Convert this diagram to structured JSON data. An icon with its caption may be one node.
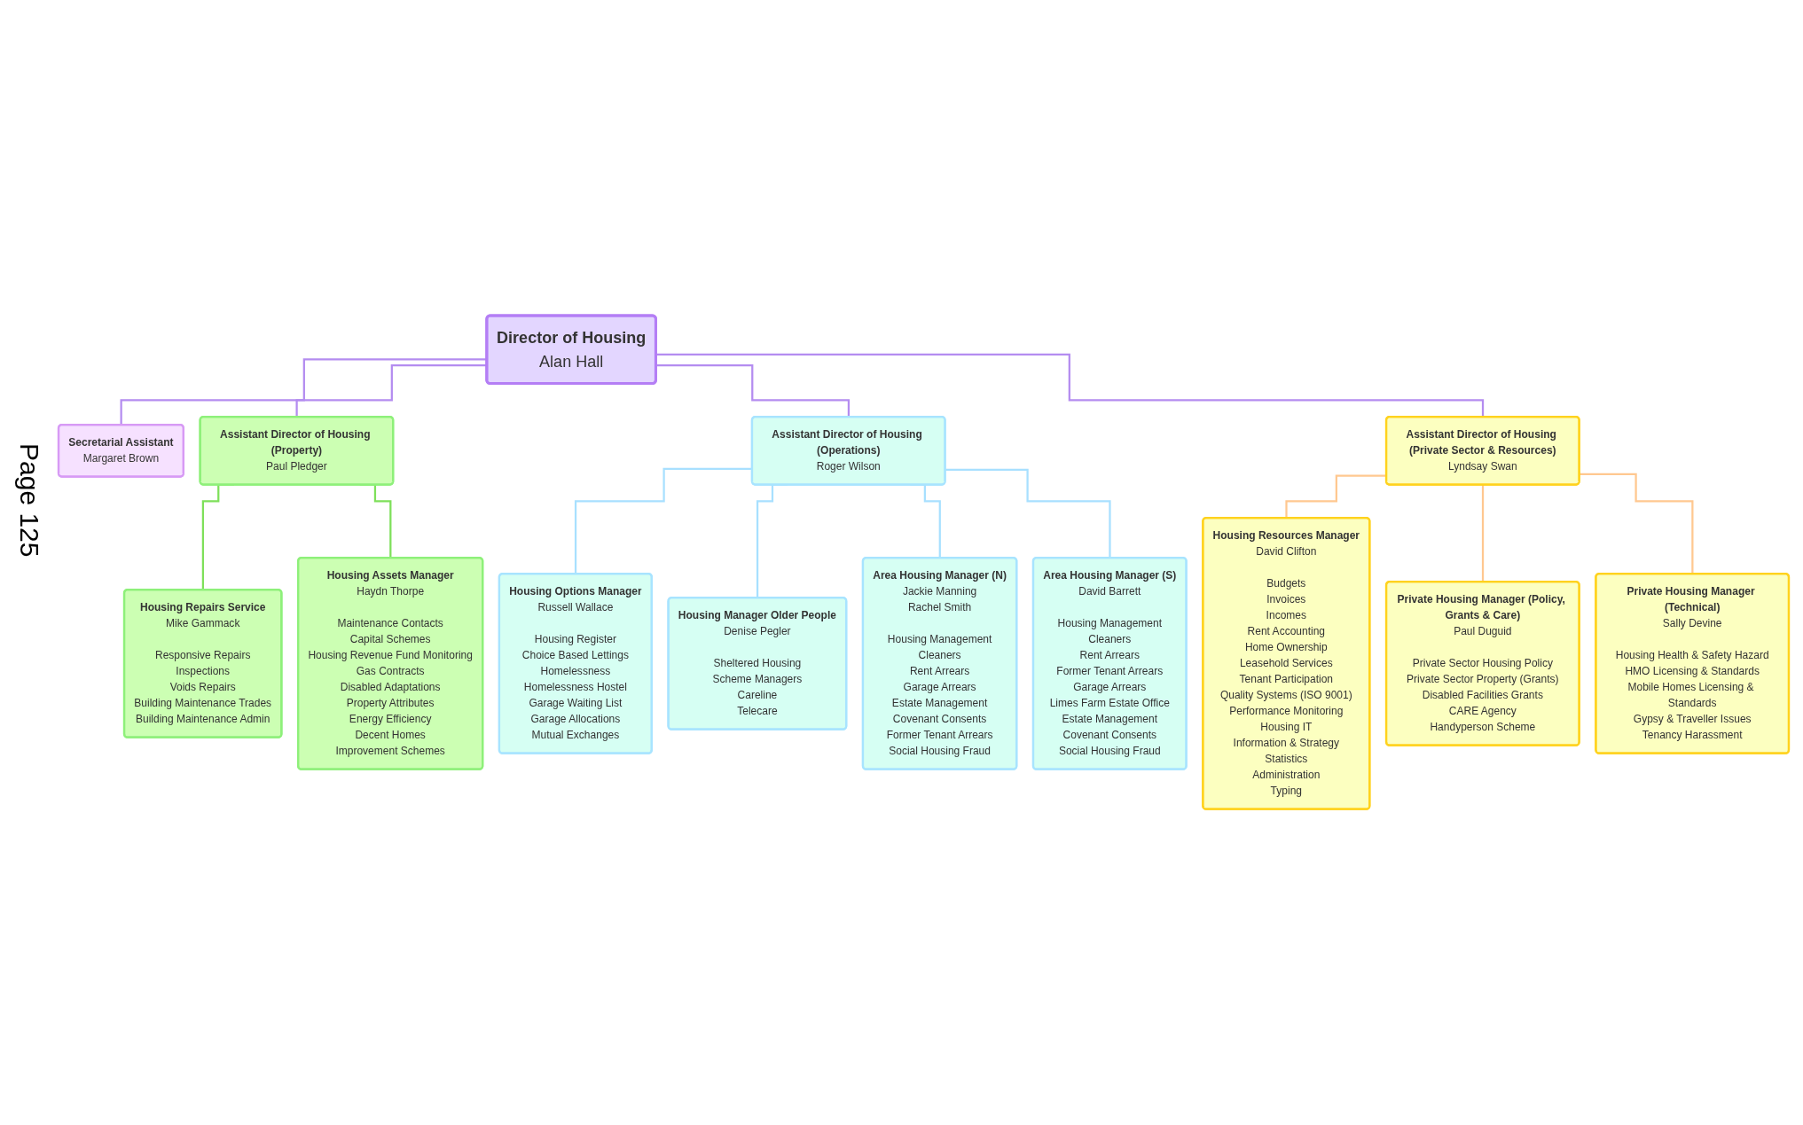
{
  "diagram": {
    "nodes": [
      {
        "text": [
          "Director of Housing",
          "Alan Hall"
        ]
      },
      {
        "text": [
          "Secretarial Assistant",
          "Margaret Brown"
        ]
      },
      {
        "text": [
          "Assistant Director of Housing (Property)",
          "Paul Pledger"
        ]
      },
      {
        "text": [
          "Assistant Director of Housing (Operations)",
          "Roger Wilson"
        ]
      },
      {
        "text": [
          "Assistant Director of Housing (Private Sector & Resources)",
          "Lyndsay Swan"
        ]
      },
      {
        "text": [
          "Housing Repairs Service",
          "Mike Gammack",
          "Responsive Repairs",
          "Inspections",
          "Voids Repairs",
          "Building Maintenance Trades",
          "Building Maintenance Admin"
        ]
      },
      {
        "text": [
          "Housing Assets Manager",
          "Haydn Thorpe",
          "Maintenance Contacts",
          "Capital Schemes",
          "Housing Revenue Fund Monitoring",
          "Gas Contracts",
          "Disabled Adaptations",
          "Property Attributes",
          "Energy Efficiency",
          "Decent Homes",
          "Improvement Schemes"
        ]
      },
      {
        "text": [
          "Housing Options Manager",
          "Russell Wallace",
          "Housing Register",
          "Choice Based Lettings",
          "Homelessness",
          "Homelessness Hostel",
          "Garage Waiting List",
          "Garage Allocations",
          "Mutual Exchanges"
        ]
      },
      {
        "text": [
          "Housing Manager Older People",
          "Denise Pegler",
          "Sheltered Housing",
          "Scheme Managers",
          "Careline",
          "Telecare"
        ]
      },
      {
        "text": [
          "Area Housing Manager (N)",
          "Jackie Manning",
          "Rachel Smith",
          "Housing Management",
          "Cleaners",
          "Rent Arrears",
          "Garage Arrears",
          "Estate Management",
          "Covenant Consents",
          "Former Tenant Arrears",
          "Social Housing Fraud"
        ]
      },
      {
        "text": [
          "Area Housing Manager (S)",
          "David Barrett",
          "Housing Management",
          "Cleaners",
          "Rent Arrears",
          "Former Tenant Arrears",
          "Garage Arrears",
          "Limes Farm Estate Office",
          "Estate Management",
          "Covenant Consents",
          "Social Housing Fraud"
        ]
      },
      {
        "text": [
          "Housing Resources Manager",
          "David Clifton",
          "Budgets",
          "Invoices",
          "Incomes",
          "Rent Accounting",
          "Home Ownership",
          "Leasehold Services",
          "Tenant Participation",
          "Quality Systems (ISO 9001)",
          "Performance Monitoring",
          "Housing IT",
          "Information & Strategy",
          "Statistics",
          "Administration",
          "Typing"
        ]
      },
      {
        "text": [
          "Private Housing Manager (Policy, Grants & Care)",
          "Paul Duguid",
          "Private Sector Housing Policy",
          "Private Sector Property (Grants)",
          "Disabled Facilities Grants",
          "CARE Agency",
          "Handyperson Scheme"
        ]
      },
      {
        "text": [
          "Private Housing Manager (Technical)",
          "Sally Devine",
          "Housing Health & Safety Hazard",
          "HMO Licensing & Standards",
          "Mobile Homes Licensing & Standards",
          "Gypsy & Traveller Issues",
          "Tenancy Harassment"
        ]
      }
    ],
    "edges": [
      {
        "from": 0,
        "to": 1,
        "arrow": "none",
        "color": "#b48cf0"
      },
      {
        "from": 0,
        "to": 2,
        "arrow": "none",
        "color": "#b48cf0"
      },
      {
        "from": 0,
        "to": 3,
        "arrow": "none",
        "color": "#b48cf0"
      },
      {
        "from": 0,
        "to": 4,
        "arrow": "none",
        "color": "#b48cf0"
      },
      {
        "from": 2,
        "to": 5,
        "arrow": "none",
        "color": "#7ee05a"
      },
      {
        "from": 2,
        "to": 6,
        "arrow": "none",
        "color": "#7ee05a"
      },
      {
        "from": 3,
        "to": 7,
        "arrow": "none",
        "color": "#a8e0ff"
      },
      {
        "from": 3,
        "to": 8,
        "arrow": "none",
        "color": "#a8e0ff"
      },
      {
        "from": 3,
        "to": 9,
        "arrow": "none",
        "color": "#a8e0ff"
      },
      {
        "from": 3,
        "to": 10,
        "arrow": "none",
        "color": "#a8e0ff"
      },
      {
        "from": 4,
        "to": 11,
        "arrow": "none",
        "color": "#ffc890"
      },
      {
        "from": 4,
        "to": 12,
        "arrow": "none",
        "color": "#ffc890"
      },
      {
        "from": 4,
        "to": 13,
        "arrow": "none",
        "color": "#ffc890"
      }
    ],
    "labels": [
      "Page 125"
    ]
  }
}
